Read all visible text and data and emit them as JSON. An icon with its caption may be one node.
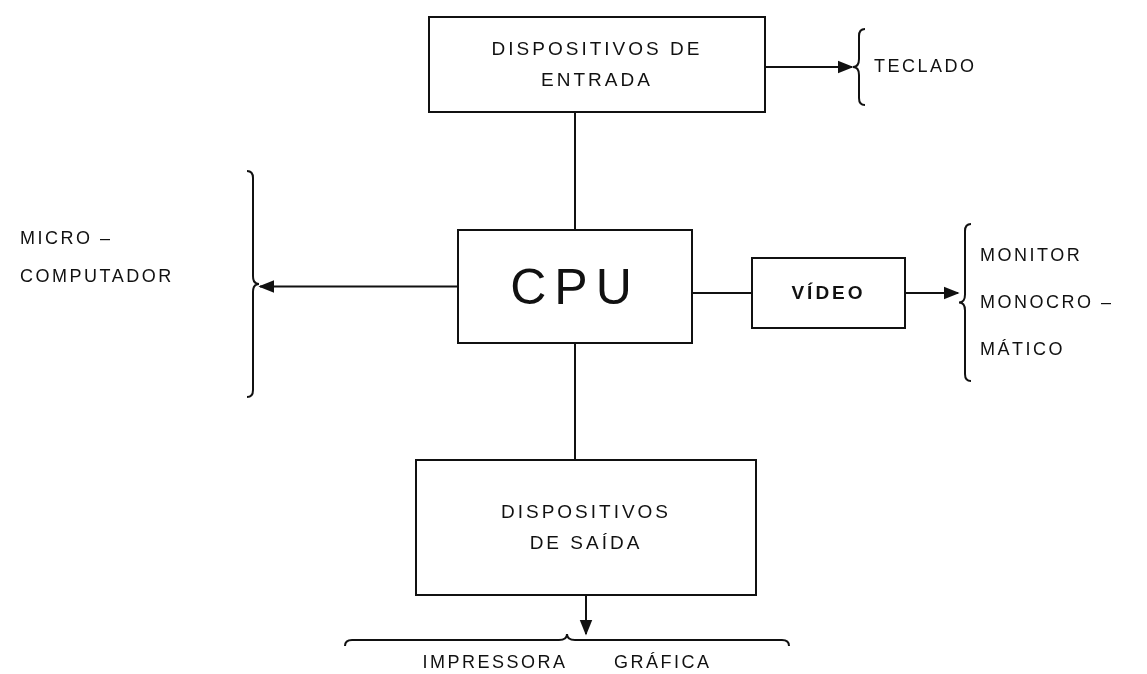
{
  "diagram": {
    "nodes": [
      {
        "text": [
          "DISPOSITIVOS DE ENTRADA"
        ]
      },
      {
        "text": [
          "TECLADO"
        ]
      },
      {
        "text": [
          "CPU"
        ]
      },
      {
        "text": [
          "VÍDEO"
        ]
      },
      {
        "text": [
          "MONITOR MONOCRO – MÁTICO"
        ]
      },
      {
        "text": [
          "MICRO – COMPUTADOR"
        ]
      },
      {
        "text": [
          "DISPOSITIVOS DE SAÍDA"
        ]
      },
      {
        "text": [
          "IMPRESSORA GRÁFICA"
        ]
      }
    ],
    "edges": [
      {
        "from": 0,
        "to": 1,
        "arrow": "to"
      },
      {
        "from": 0,
        "to": 2,
        "arrow": "none"
      },
      {
        "from": 2,
        "to": 5,
        "arrow": "to"
      },
      {
        "from": 2,
        "to": 3,
        "arrow": "none"
      },
      {
        "from": 3,
        "to": 4,
        "arrow": "to"
      },
      {
        "from": 2,
        "to": 6,
        "arrow": "none"
      },
      {
        "from": 6,
        "to": 7,
        "arrow": "to"
      }
    ]
  }
}
